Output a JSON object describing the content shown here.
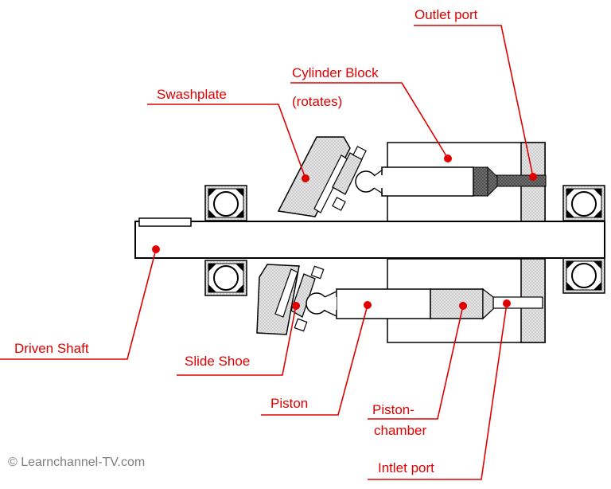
{
  "labels": {
    "outlet_port": "Outlet port",
    "cylinder_block_line1": "Cylinder Block",
    "cylinder_block_line2": "(rotates)",
    "swashplate": "Swashplate",
    "driven_shaft": "Driven Shaft",
    "slide_shoe": "Slide Shoe",
    "piston": "Piston",
    "piston_chamber_line1": "Piston-",
    "piston_chamber_line2": "chamber",
    "inlet_port": "Intlet port"
  },
  "copyright": "© Learnchannel-TV.com",
  "colors": {
    "label": "#e00000",
    "leader_line": "#e00000",
    "outline": "#000000",
    "hatch_fill": "#d9d9d9",
    "dark_fill": "#7f7f7f",
    "chamber_fill": "#e6e6e6",
    "copyright": "#7f7f7f"
  }
}
